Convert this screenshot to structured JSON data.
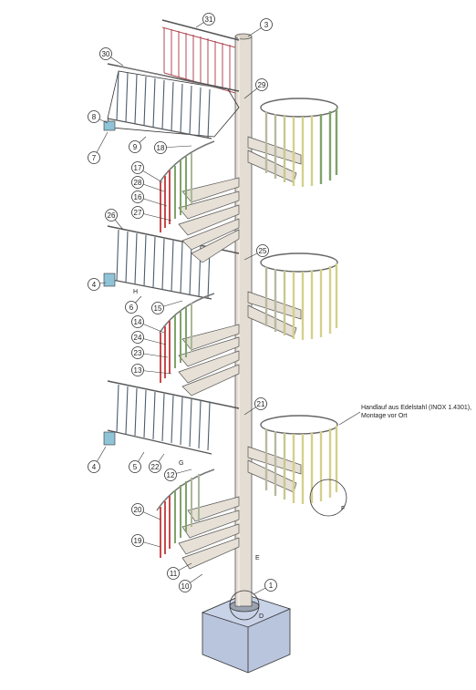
{
  "annotation": {
    "line1": "Handlauf aus Edelstahl (INOX 1.4301),",
    "line2": "Montage vor Ort"
  },
  "callouts": [
    "31",
    "3",
    "30",
    "29",
    "8",
    "7",
    "9",
    "18",
    "17",
    "28",
    "16",
    "27",
    "26",
    "25",
    "4",
    "6",
    "15",
    "14",
    "24",
    "23",
    "13",
    "21",
    "4",
    "5",
    "22",
    "12",
    "20",
    "19",
    "11",
    "10",
    "1"
  ],
  "letters": [
    "H",
    "G",
    "F",
    "E",
    "D"
  ],
  "colors": {
    "steel": "#d9d2c8",
    "stringer": "#8a8a8a",
    "rail_red": "#c84a4a",
    "rail_green": "#7fa36a",
    "rail_yellow": "#d4d08a",
    "platform_rail": "#5a6a78",
    "top_rail_red": "#b04a55",
    "bracket_cyan": "#8fc4d8",
    "base_block": "#b8c4dc"
  }
}
